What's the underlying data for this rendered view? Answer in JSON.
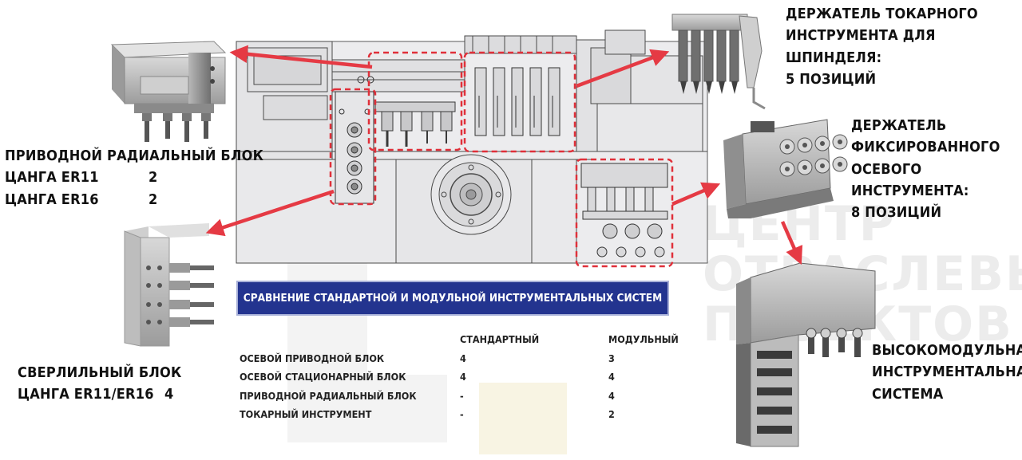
{
  "watermark": {
    "lines": [
      "ЦЕНТР",
      "ОТРАСЛЕВЫ",
      "ПРОЕКТОВ"
    ]
  },
  "labels": {
    "spindle_holder": [
      "ДЕРЖАТЕЛЬ ТОКАРНОГО",
      "ИНСТРУМЕНТА ДЛЯ ШПИНДЕЛЯ:",
      "5 ПОЗИЦИЙ"
    ],
    "fixed_axial_holder": [
      "ДЕРЖАТЕЛЬ",
      "ФИКСИРОВАННОГО",
      "ОСЕВОГО ИНСТРУМЕНТА:",
      "8 ПОЗИЦИЙ"
    ],
    "high_modular": [
      "ВЫСОКОМОДУЛЬНАЯ",
      "ИНСТРУМЕНТАЛЬНАЯ",
      "СИСТЕМА"
    ],
    "radial_block": {
      "title": "ПРИВОДНОЙ РАДИАЛЬНЫЙ БЛОК",
      "rows": [
        {
          "name": "ЦАНГА ER11",
          "count": "2"
        },
        {
          "name": "ЦАНГА ER16",
          "count": "2"
        }
      ]
    },
    "drill_block": {
      "title": "СВЕРЛИЛЬНЫЙ БЛОК",
      "rows": [
        {
          "name": "ЦАНГА ER11/ER16",
          "count": "4"
        }
      ]
    }
  },
  "comparison": {
    "title": "СРАВНЕНИЕ СТАНДАРТНОЙ И МОДУЛЬНОЙ ИНСТРУМЕНТАЛЬНЫХ СИСТЕМ",
    "headers": [
      "",
      "СТАНДАРТНЫЙ",
      "МОДУЛЬНЫЙ"
    ],
    "rows": [
      [
        "ОСЕВОЙ ПРИВОДНОЙ БЛОК",
        "4",
        "3"
      ],
      [
        "ОСЕВОЙ СТАЦИОНАРНЫЙ БЛОК",
        "4",
        "4"
      ],
      [
        "ПРИВОДНОЙ РАДИАЛЬНЫЙ БЛОК",
        "-",
        "4"
      ],
      [
        "ТОКАРНЫЙ ИНСТРУМЕНТ",
        "-",
        "2"
      ]
    ]
  },
  "colors": {
    "highlight_red": "#e0303a",
    "arrow_red": "#e53a44",
    "banner_blue": "#23348f",
    "drawing_line": "#4a4a4a"
  }
}
